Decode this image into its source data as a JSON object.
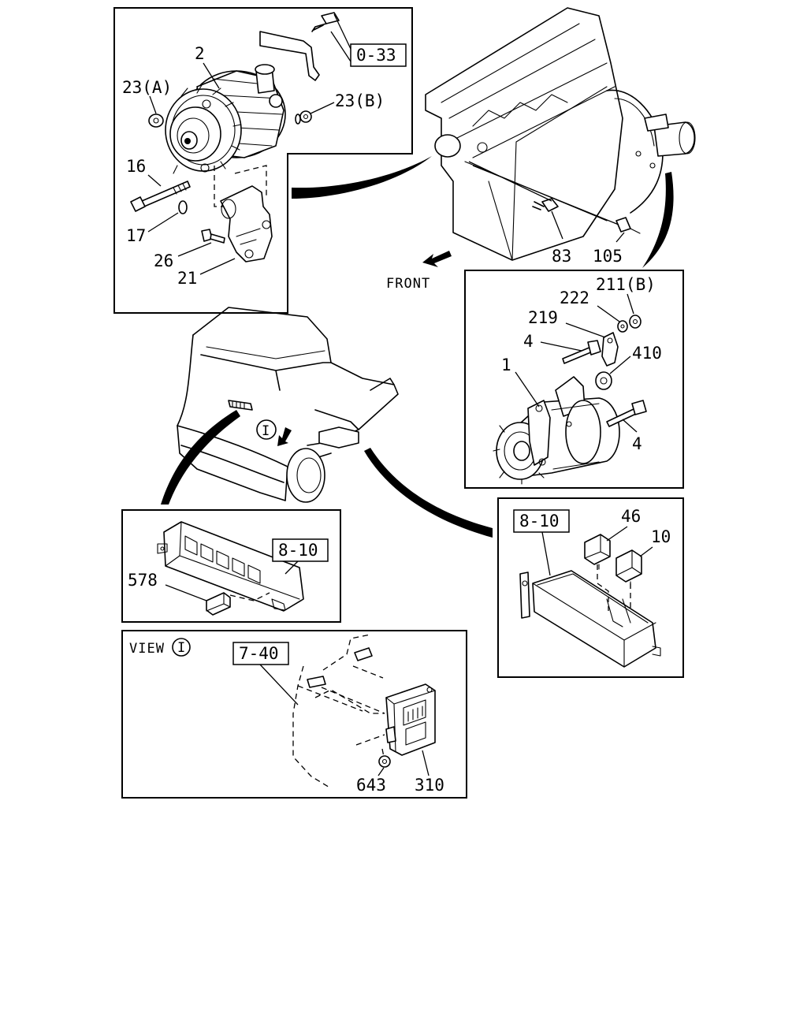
{
  "labels": {
    "ref_0_33": "0-33",
    "alt_2": "2",
    "alt_23a": "23(A)",
    "alt_23b": "23(B)",
    "alt_16": "16",
    "alt_17": "17",
    "alt_26": "26",
    "alt_21": "21",
    "eng_83": "83",
    "eng_105": "105",
    "front": "FRONT",
    "st_211b": "211(B)",
    "st_222": "222",
    "st_219": "219",
    "st_4a": "4",
    "st_410": "410",
    "st_1": "1",
    "st_4b": "4",
    "ref_8_10_left": "8-10",
    "rel_578": "578",
    "ref_8_10_right": "8-10",
    "rel_46": "46",
    "rel_10": "10",
    "view_label": "VIEW",
    "view_marker": "I",
    "truck_marker": "I",
    "ref_7_40": "7-40",
    "ctl_643": "643",
    "ctl_310": "310"
  }
}
